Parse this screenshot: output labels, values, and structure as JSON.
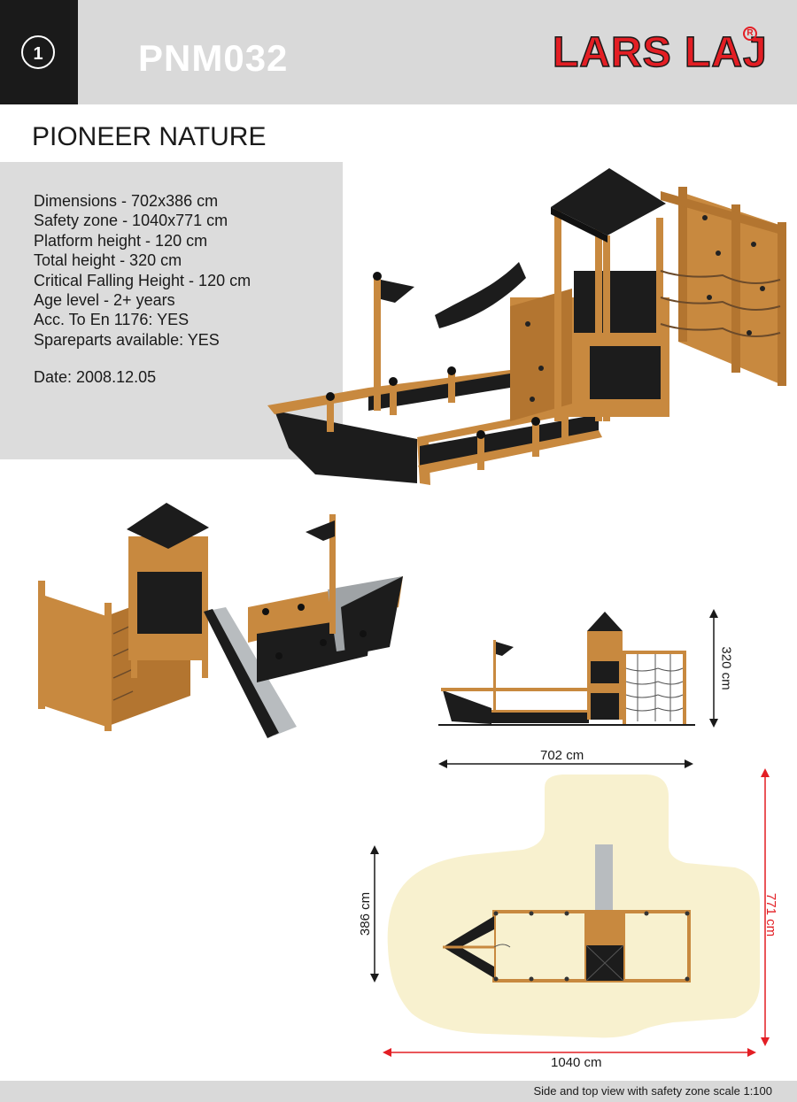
{
  "header": {
    "sheet_number": "1",
    "product_code": "PNM032",
    "brand": "LARS LAJ",
    "registered_mark": "R"
  },
  "product": {
    "name": "PIONEER NATURE"
  },
  "specs": [
    "Dimensions - 702x386 cm",
    "Safety zone - 1040x771 cm",
    "Platform height - 120 cm",
    "Total height - 320 cm",
    "Critical Falling Height - 120 cm",
    "Age level - 2+ years",
    "Acc. To En 1176: YES",
    "Spareparts available: YES"
  ],
  "date": "Date: 2008.12.05",
  "dimensions": {
    "side_height": "320 cm",
    "side_length": "702 cm",
    "top_depth": "386 cm",
    "zone_width": "1040 cm",
    "zone_depth": "771 cm"
  },
  "footer": {
    "caption": "Side and top view with safety zone scale 1:100"
  },
  "colors": {
    "header_bg": "#d9d9d9",
    "number_block": "#1a1a1a",
    "brand_red": "#e31e24",
    "timber": "#c8893f",
    "panel_black": "#1a1a1a",
    "safety_zone": "#f8f1cf",
    "zone_arrow": "#e31e24"
  }
}
